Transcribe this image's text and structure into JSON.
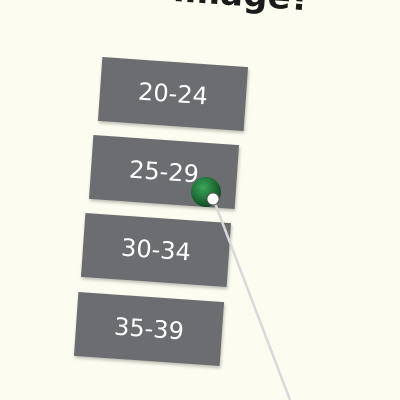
{
  "question": {
    "title": "image?"
  },
  "options": [
    {
      "label": "20-24"
    },
    {
      "label": "25-29"
    },
    {
      "label": "30-34"
    },
    {
      "label": "35-39"
    }
  ],
  "colors": {
    "background": "#fcfcf1",
    "option_fill": "#6c6d70",
    "option_text": "#ffffff",
    "cursor_ball": "#1f7a3a",
    "laser": "#d9d9d9"
  },
  "icons": {
    "cursor": "vr-controller-pointer-icon"
  }
}
